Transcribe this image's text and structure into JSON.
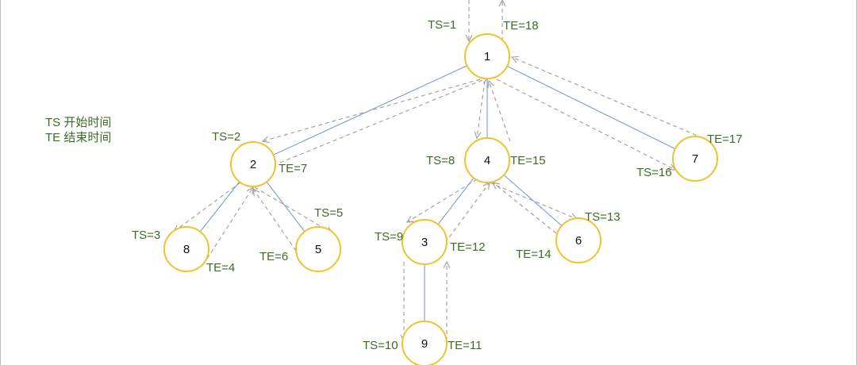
{
  "legend": {
    "ts": "TS 开始时间",
    "te": "TE 结束时间"
  },
  "colors": {
    "node_border": "#f2c12e",
    "tree_edge": "#7b9bd6",
    "traversal_arrow": "#a3a3a3",
    "label_text": "#3d6b24"
  },
  "nodes": [
    {
      "id": "1",
      "label": "1"
    },
    {
      "id": "2",
      "label": "2"
    },
    {
      "id": "4",
      "label": "4"
    },
    {
      "id": "7",
      "label": "7"
    },
    {
      "id": "8",
      "label": "8"
    },
    {
      "id": "5",
      "label": "5"
    },
    {
      "id": "3",
      "label": "3"
    },
    {
      "id": "6",
      "label": "6"
    },
    {
      "id": "9",
      "label": "9"
    }
  ],
  "tree_edges": [
    [
      "1",
      "2"
    ],
    [
      "1",
      "4"
    ],
    [
      "1",
      "7"
    ],
    [
      "2",
      "8"
    ],
    [
      "2",
      "5"
    ],
    [
      "4",
      "3"
    ],
    [
      "4",
      "6"
    ],
    [
      "3",
      "9"
    ]
  ],
  "time_labels": [
    {
      "id": "ts1",
      "text": "TS=1"
    },
    {
      "id": "te1",
      "text": "TE=18"
    },
    {
      "id": "ts2",
      "text": "TS=2"
    },
    {
      "id": "te2",
      "text": "TE=7"
    },
    {
      "id": "ts3",
      "text": "TS=3"
    },
    {
      "id": "te4",
      "text": "TE=4"
    },
    {
      "id": "ts5",
      "text": "TS=5"
    },
    {
      "id": "te6",
      "text": "TE=6"
    },
    {
      "id": "ts8",
      "text": "TS=8"
    },
    {
      "id": "te15",
      "text": "TE=15"
    },
    {
      "id": "ts9",
      "text": "TS=9"
    },
    {
      "id": "te12",
      "text": "TE=12"
    },
    {
      "id": "ts10",
      "text": "TS=10"
    },
    {
      "id": "te11",
      "text": "TE=11"
    },
    {
      "id": "ts13",
      "text": "TS=13"
    },
    {
      "id": "te14",
      "text": "TE=14"
    },
    {
      "id": "ts16",
      "text": "TS=16"
    },
    {
      "id": "te17",
      "text": "TE=17"
    }
  ]
}
